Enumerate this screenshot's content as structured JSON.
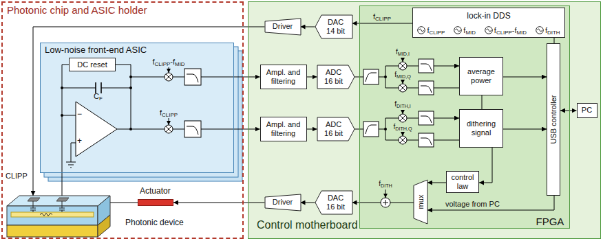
{
  "diagram": {
    "nodes": [
      {
        "text": [
          "Photonic chip and ASIC holder"
        ]
      },
      {
        "text": [
          "Control motherboard"
        ]
      },
      {
        "text": [
          "Low-noise front-end ASIC"
        ],
        "in": 0
      },
      {
        "text": [
          "DC reset"
        ],
        "in": 2
      },
      {
        "text": [
          "Photonic device"
        ],
        "in": 0
      },
      {
        "text": [
          "Actuator"
        ],
        "in": 0
      },
      {
        "text": [
          "Driver"
        ],
        "in": 1
      },
      {
        "text": [
          "DAC 14 bit"
        ],
        "in": 1
      },
      {
        "text": [
          "FPGA"
        ],
        "in": 1
      },
      {
        "text": [
          "lock-in DDS",
          "fCLIPP",
          "fMID",
          "fCLIPP-fMID",
          "fDITH"
        ],
        "in": 8
      },
      {
        "text": [
          "Ampl. and filtering"
        ],
        "in": 1
      },
      {
        "text": [
          "Ampl. and filtering"
        ],
        "in": 1
      },
      {
        "text": [
          "ADC 16 bit"
        ],
        "in": 1
      },
      {
        "text": [
          "ADC 16 bit"
        ],
        "in": 1
      },
      {
        "text": [
          "average power"
        ],
        "in": 8
      },
      {
        "text": [
          "dithering signal"
        ],
        "in": 8
      },
      {
        "text": [
          "control law"
        ],
        "in": 8
      },
      {
        "text": [
          "USB controller"
        ],
        "in": 8
      },
      {
        "text": [
          "mux"
        ],
        "in": 8
      },
      {
        "text": [
          "PC"
        ],
        "in": 1
      },
      {
        "text": [
          "Driver"
        ],
        "in": 1
      },
      {
        "text": [
          "DAC 16 bit"
        ],
        "in": 1
      }
    ],
    "edges": [
      {
        "from": 9,
        "to": 7,
        "arrow": "to"
      },
      {
        "from": 7,
        "to": 6,
        "arrow": "to"
      },
      {
        "from": 6,
        "to": 4,
        "arrow": "to"
      },
      {
        "from": 4,
        "to": 2,
        "arrow": "none"
      },
      {
        "from": 2,
        "to": 10,
        "arrow": "to"
      },
      {
        "from": 2,
        "to": 11,
        "arrow": "to"
      },
      {
        "from": 10,
        "to": 12,
        "arrow": "to"
      },
      {
        "from": 11,
        "to": 13,
        "arrow": "to"
      },
      {
        "from": 12,
        "to": 14,
        "arrow": "to"
      },
      {
        "from": 13,
        "to": 15,
        "arrow": "to"
      },
      {
        "from": 14,
        "to": 15,
        "arrow": "none"
      },
      {
        "from": 14,
        "to": 17,
        "arrow": "to"
      },
      {
        "from": 15,
        "to": 17,
        "arrow": "to"
      },
      {
        "from": 15,
        "to": 16,
        "arrow": "to"
      },
      {
        "from": 16,
        "to": 18,
        "arrow": "to"
      },
      {
        "from": 17,
        "to": 18,
        "arrow": "to",
        "label": "voltage from PC"
      },
      {
        "from": 17,
        "to": 9,
        "arrow": "none"
      },
      {
        "from": 17,
        "to": 19,
        "arrow": "both"
      },
      {
        "from": 18,
        "to": 21,
        "arrow": "to"
      },
      {
        "from": 21,
        "to": 20,
        "arrow": "to"
      },
      {
        "from": 20,
        "to": 5,
        "arrow": "to"
      },
      {
        "from": 5,
        "to": 4,
        "arrow": "none"
      }
    ],
    "labels": [
      "CLIPP",
      "−",
      "+",
      "CF",
      "fCLIPP-fMID",
      "fCLIPP",
      "fCLIPP",
      "fMID,I",
      "fMID,Q",
      "fDITH,I",
      "fDITH,Q",
      "fDITH"
    ]
  }
}
